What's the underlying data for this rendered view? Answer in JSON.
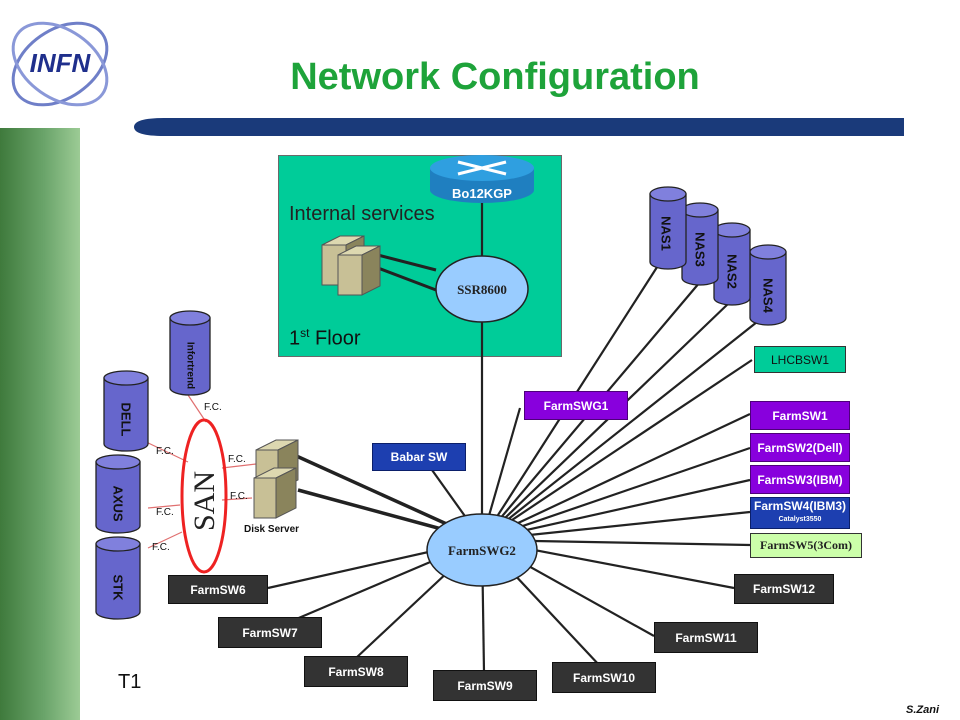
{
  "logo_text": "INFN",
  "title": "Network Configuration",
  "room": {
    "title": "Internal services",
    "floor_prefix": "1",
    "floor_sup": "st",
    "floor_suffix": " Floor"
  },
  "router_label": "Bo12KGP",
  "core_switch": "SSR8600",
  "farm_core": "FarmSWG2",
  "nas": [
    "NAS1",
    "NAS2",
    "NAS3",
    "NAS4"
  ],
  "storage": {
    "infortrend": "Infortrend",
    "dell": "DELL",
    "axus": "AXUS",
    "stk": "STK"
  },
  "san_label": "SAN",
  "fc_label": "F.C.",
  "disk_server": "Disk Server",
  "switches": {
    "lhcb": "LHCBSW1",
    "farmswg1": "FarmSWG1",
    "babar": "Babar SW",
    "sw1": "FarmSW1",
    "sw2": "FarmSW2(Dell)",
    "sw3": "FarmSW3(IBM)",
    "sw4": "FarmSW4(IBM3)",
    "sw4_sub": "Catalyst3550",
    "sw5": "FarmSW5(3Com)",
    "sw6": "FarmSW6",
    "sw7": "FarmSW7",
    "sw8": "FarmSW8",
    "sw9": "FarmSW9",
    "sw10": "FarmSW10",
    "sw11": "FarmSW11",
    "sw12": "FarmSW12"
  },
  "tier": "T1",
  "author": "S.Zani",
  "colors": {
    "title": "#1ea33a",
    "room": "#00cc99",
    "node": "#99ccff",
    "nas": "#6666cc",
    "farm_dark": "#333333",
    "farm_purple": "#8800dd",
    "farm_blue": "#1d3fb0"
  }
}
